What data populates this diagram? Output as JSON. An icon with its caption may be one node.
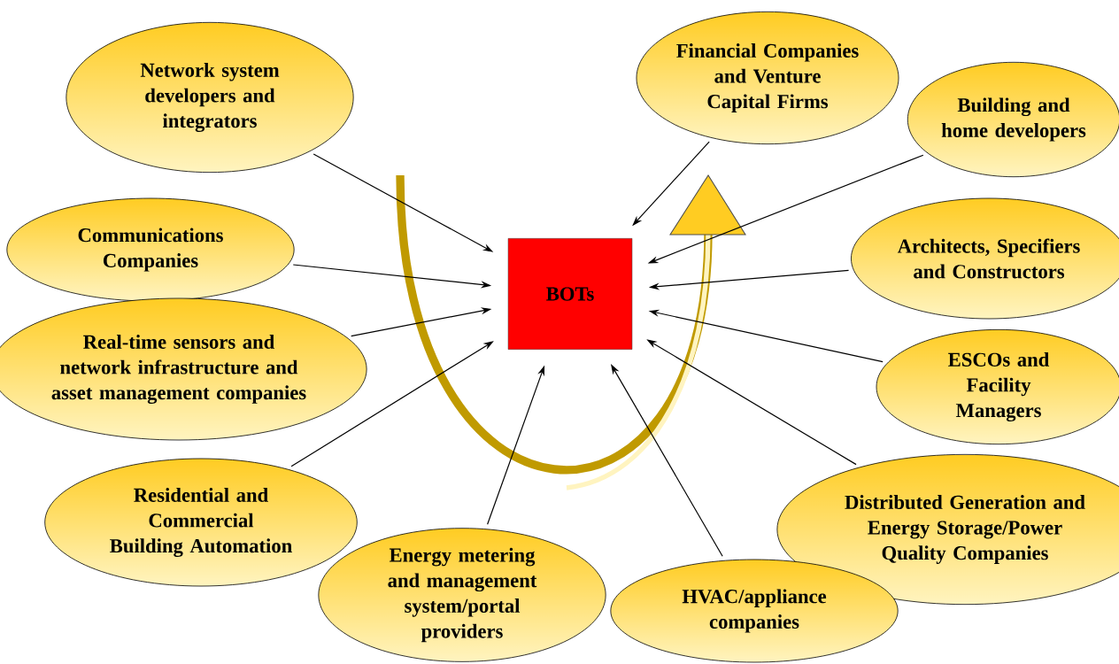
{
  "diagram": {
    "nodes": [
      {
        "text": [
          "Network system developers and integrators"
        ]
      },
      {
        "text": [
          "Financial Companies and Venture Capital Firms"
        ]
      },
      {
        "text": [
          "Building and home developers"
        ]
      },
      {
        "text": [
          "Communications Companies"
        ]
      },
      {
        "text": [
          "BOTs"
        ]
      },
      {
        "text": [
          "Architects, Specifiers and Constructors"
        ]
      },
      {
        "text": [
          "Real-time sensors and network infrastructure and asset management companies"
        ]
      },
      {
        "text": [
          "ESCOs and Facility Managers"
        ]
      },
      {
        "text": [
          "Residential and Commercial Building Automation"
        ]
      },
      {
        "text": [
          "Distributed Generation and Energy Storage/Power Quality Companies"
        ]
      },
      {
        "text": [
          "Energy metering and management system/portal providers"
        ]
      },
      {
        "text": [
          "HVAC/appliance companies"
        ]
      }
    ],
    "edges": [
      {
        "from": 0,
        "to": 4,
        "arrow": "to"
      },
      {
        "from": 1,
        "to": 4,
        "arrow": "to"
      },
      {
        "from": 2,
        "to": 4,
        "arrow": "to"
      },
      {
        "from": 3,
        "to": 4,
        "arrow": "to"
      },
      {
        "from": 5,
        "to": 4,
        "arrow": "to"
      },
      {
        "from": 6,
        "to": 4,
        "arrow": "to"
      },
      {
        "from": 7,
        "to": 4,
        "arrow": "to"
      },
      {
        "from": 8,
        "to": 4,
        "arrow": "to"
      },
      {
        "from": 9,
        "to": 4,
        "arrow": "to"
      },
      {
        "from": 10,
        "to": 4,
        "arrow": "to"
      },
      {
        "from": 11,
        "to": 4,
        "arrow": "to"
      }
    ]
  }
}
